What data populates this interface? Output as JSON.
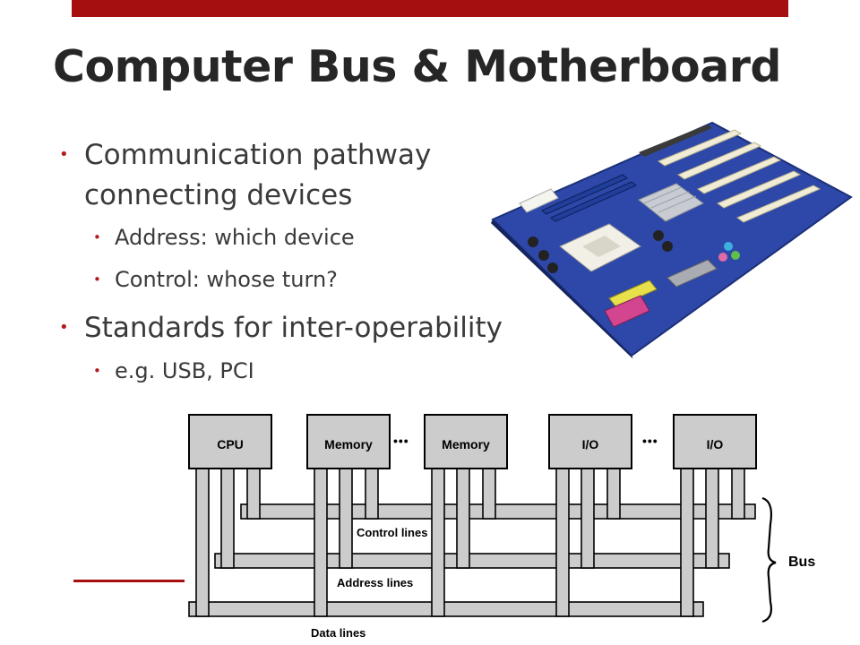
{
  "slide": {
    "title": "Computer Bus & Motherboard",
    "bullets": [
      {
        "text_line1": "Communication pathway",
        "text_line2": "connecting devices",
        "sub": [
          "Address: which device",
          "Control: whose turn?"
        ]
      },
      {
        "text": "Standards for inter-operability",
        "sub": [
          "e.g. USB, PCI"
        ]
      }
    ],
    "bullet_glyph": "•"
  },
  "diagram": {
    "boxes": [
      "CPU",
      "Memory",
      "Memory",
      "I/O",
      "I/O"
    ],
    "ellipsis": "•••",
    "control_label": "Control lines",
    "address_label": "Address lines",
    "data_label": "Data lines",
    "bus_label": "Bus"
  },
  "colors": {
    "accent": "#a50f0f",
    "title": "#262626",
    "body_text": "#3a3a3a",
    "bullet": "#b21b1b",
    "box_fill": "#cccccc",
    "line_fill": "#cccccc",
    "board_blue": "#2d48a8"
  },
  "icons": {
    "motherboard": "motherboard-photo"
  }
}
